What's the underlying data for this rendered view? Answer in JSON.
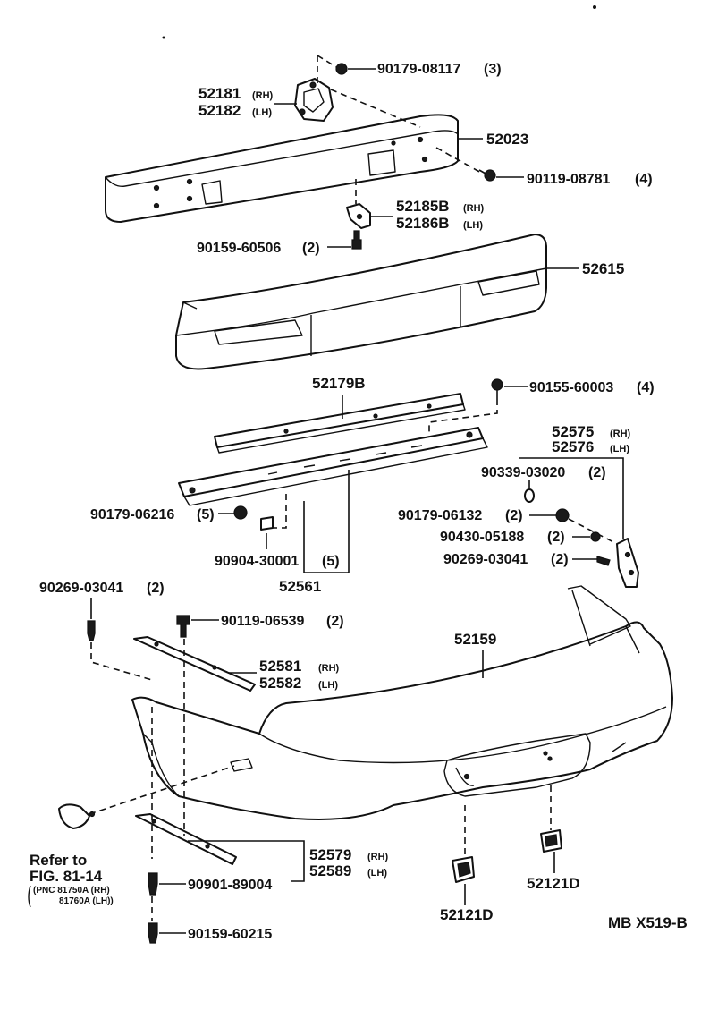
{
  "parts": {
    "p90179_08117": "90179-08117",
    "q90179_08117": "(3)",
    "p52181": "52181",
    "p52182": "52182",
    "rh": "(RH)",
    "lh": "(LH)",
    "p52023": "52023",
    "p90119_08781": "90119-08781",
    "q90119_08781": "(4)",
    "p52185B": "52185B",
    "p52186B": "52186B",
    "p90159_60506": "90159-60506",
    "q90159_60506": "(2)",
    "p52615": "52615",
    "p52179B": "52179B",
    "p90155_60003": "90155-60003",
    "q90155_60003": "(4)",
    "p52575": "52575",
    "p52576": "52576",
    "p90339_03020": "90339-03020",
    "q90339_03020": "(2)",
    "p90179_06216": "90179-06216",
    "q90179_06216": "(5)",
    "p90179_06132": "90179-06132",
    "q90179_06132": "(2)",
    "p90430_05188": "90430-05188",
    "q90430_05188": "(2)",
    "p90269_03041_r": "90269-03041",
    "q90269_03041_r": "(2)",
    "p90904_30001": "90904-30001",
    "q90904_30001": "(5)",
    "p52561": "52561",
    "p90269_03041_l": "90269-03041",
    "q90269_03041_l": "(2)",
    "p90119_06539": "90119-06539",
    "q90119_06539": "(2)",
    "p52159": "52159",
    "p52581": "52581",
    "p52582": "52582",
    "refer_to": "Refer to",
    "fig_ref": "FIG. 81-14",
    "pnc_line1": "(PNC 81750A (RH)",
    "pnc_line2": "81760A (LH))",
    "p52579": "52579",
    "p52589": "52589",
    "p90901_89004": "90901-89004",
    "p90159_60215": "90159-60215",
    "p52121D_left": "52121D",
    "p52121D_right": "52121D",
    "diagram_code": "MB X519-B"
  }
}
